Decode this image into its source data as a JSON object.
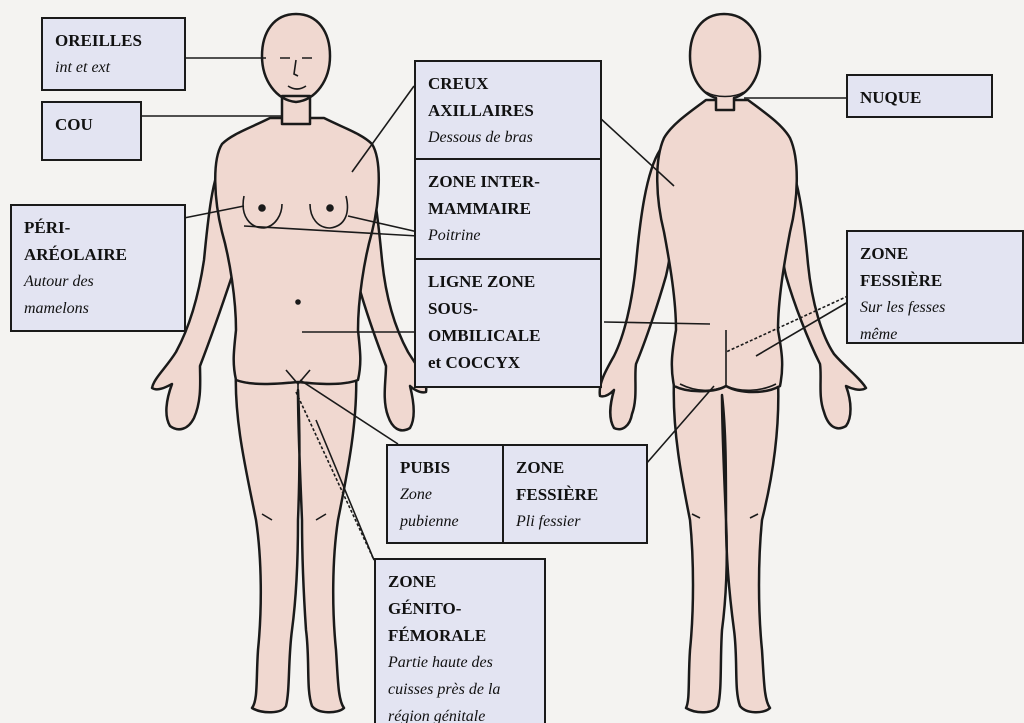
{
  "labels": {
    "oreilles": {
      "title": "OREILLES",
      "sub": "int et ext"
    },
    "cou": {
      "title": "COU"
    },
    "creux_axillaires": {
      "title": "CREUX\nAXILLAIRES",
      "sub": "Dessous de bras"
    },
    "zone_inter_mammaire": {
      "title": "ZONE INTER-\nMAMMAIRE",
      "sub": "Poitrine"
    },
    "ligne_zone": {
      "title": "LIGNE ZONE\nSOUS-\nOMBILICALE\net COCCYX"
    },
    "nuque": {
      "title": "NUQUE"
    },
    "peri_areolaire": {
      "title": "PÉRI-\nARÉOLAIRE",
      "sub": "Autour des\nmamelons"
    },
    "zone_fessiere_fesses": {
      "title": "ZONE\nFESSIÈRE",
      "sub": "Sur les fesses\nmême"
    },
    "pubis": {
      "title": "PUBIS",
      "sub": "Zone\npubienne"
    },
    "zone_fessiere_pli": {
      "title": "ZONE\nFESSIÈRE",
      "sub": "Pli fessier"
    },
    "zone_genito_femorale": {
      "title": "ZONE\nGÉNITO-\nFÉMORALE",
      "sub": "Partie haute des\ncuisses près de la\nrégion génitale"
    }
  },
  "colors": {
    "skin": "#f0d8d0",
    "outline": "#1a1a1a",
    "box_fill": "#e3e4f2",
    "background": "#f4f3f1"
  }
}
